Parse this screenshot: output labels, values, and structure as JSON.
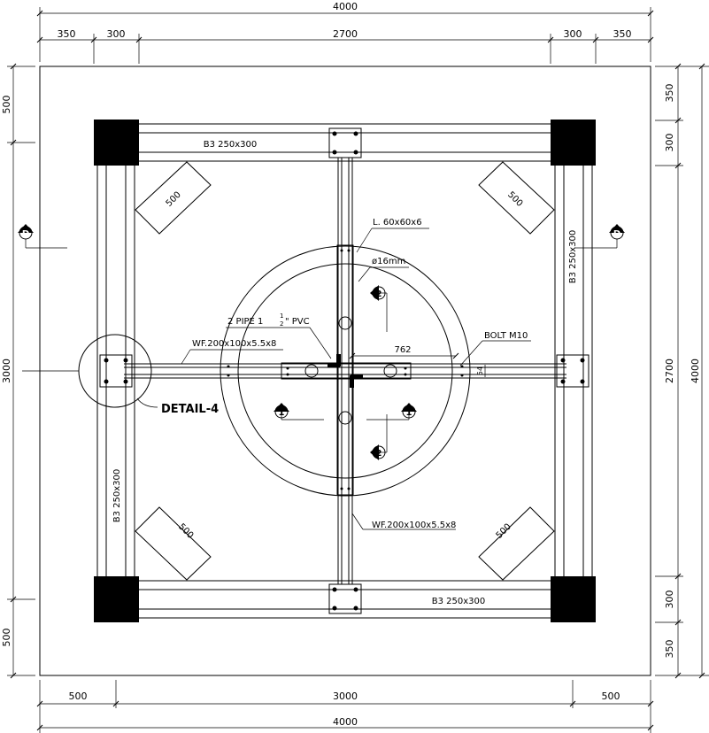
{
  "dimensions": {
    "top_total": "4000",
    "top_segments": [
      "350",
      "300",
      "2700",
      "300",
      "350"
    ],
    "bottom_total": "4000",
    "bottom_segments": [
      "500",
      "3000",
      "500"
    ],
    "left_segments": [
      "500",
      "3000",
      "500"
    ],
    "right_segments": [
      "350",
      "300",
      "2700",
      "300",
      "350"
    ],
    "right_total": "4000"
  },
  "labels": {
    "beam_top": "B3 250x300",
    "beam_bottom": "B3 250x300",
    "beam_left": "B3 250x300",
    "beam_right": "B3 250x300",
    "angle": "L. 60x60x6",
    "rod": "ø16mm",
    "pipe": "2 PIPE 1",
    "pipe_frac_num": "1",
    "pipe_frac_den": "2",
    "pipe_suffix": "\" PVC",
    "wf_left": "WF.200x100x5.5x8",
    "wf_bottom": "WF.200x100x5.5x8",
    "bolt": "BOLT M10",
    "radius_dim": "762",
    "bolt_dim": "54",
    "detail": "DETAIL-4",
    "brace_tl": "500",
    "brace_tr": "500",
    "brace_bl": "500",
    "brace_br": "500"
  },
  "markers": {
    "section_d_left": "D",
    "section_d_right": "D",
    "section_2_top": "2",
    "section_2_bottom": "2",
    "section_1_left": "1",
    "section_1_right": "1"
  }
}
